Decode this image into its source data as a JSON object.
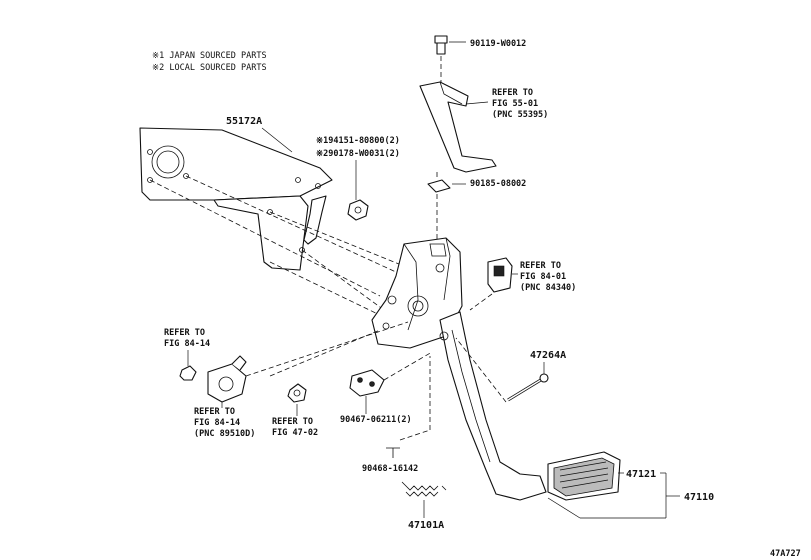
{
  "legend": {
    "line1": "※1 JAPAN SOURCED PARTS",
    "line2": "※2 LOCAL SOURCED PARTS"
  },
  "parts": {
    "p55172a": "55172A",
    "p194151": "※194151-80800(2)",
    "p290178": "※290178-W0031(2)",
    "p90119": "90119-W0012",
    "p90185": "90185-08002",
    "p47264a": "47264A",
    "p90467": "90467-06211(2)",
    "p90468": "90468-16142",
    "p47101a": "47101A",
    "p47121": "47121",
    "p47110": "47110"
  },
  "refs": {
    "fig55": {
      "line1": "REFER TO",
      "line2": "FIG 55-01",
      "line3": "(PNC 55395)"
    },
    "fig84a": {
      "line1": "REFER TO",
      "line2": "FIG 84-01",
      "line3": "(PNC 84340)"
    },
    "fig8414a": {
      "line1": "REFER TO",
      "line2": "FIG 84-14"
    },
    "fig8414b": {
      "line1": "REFER TO",
      "line2": "FIG 84-14",
      "line3": "(PNC 89510D)"
    },
    "fig47": {
      "line1": "REFER TO",
      "line2": "FIG 47-02"
    }
  },
  "diagram_code": "47A727"
}
